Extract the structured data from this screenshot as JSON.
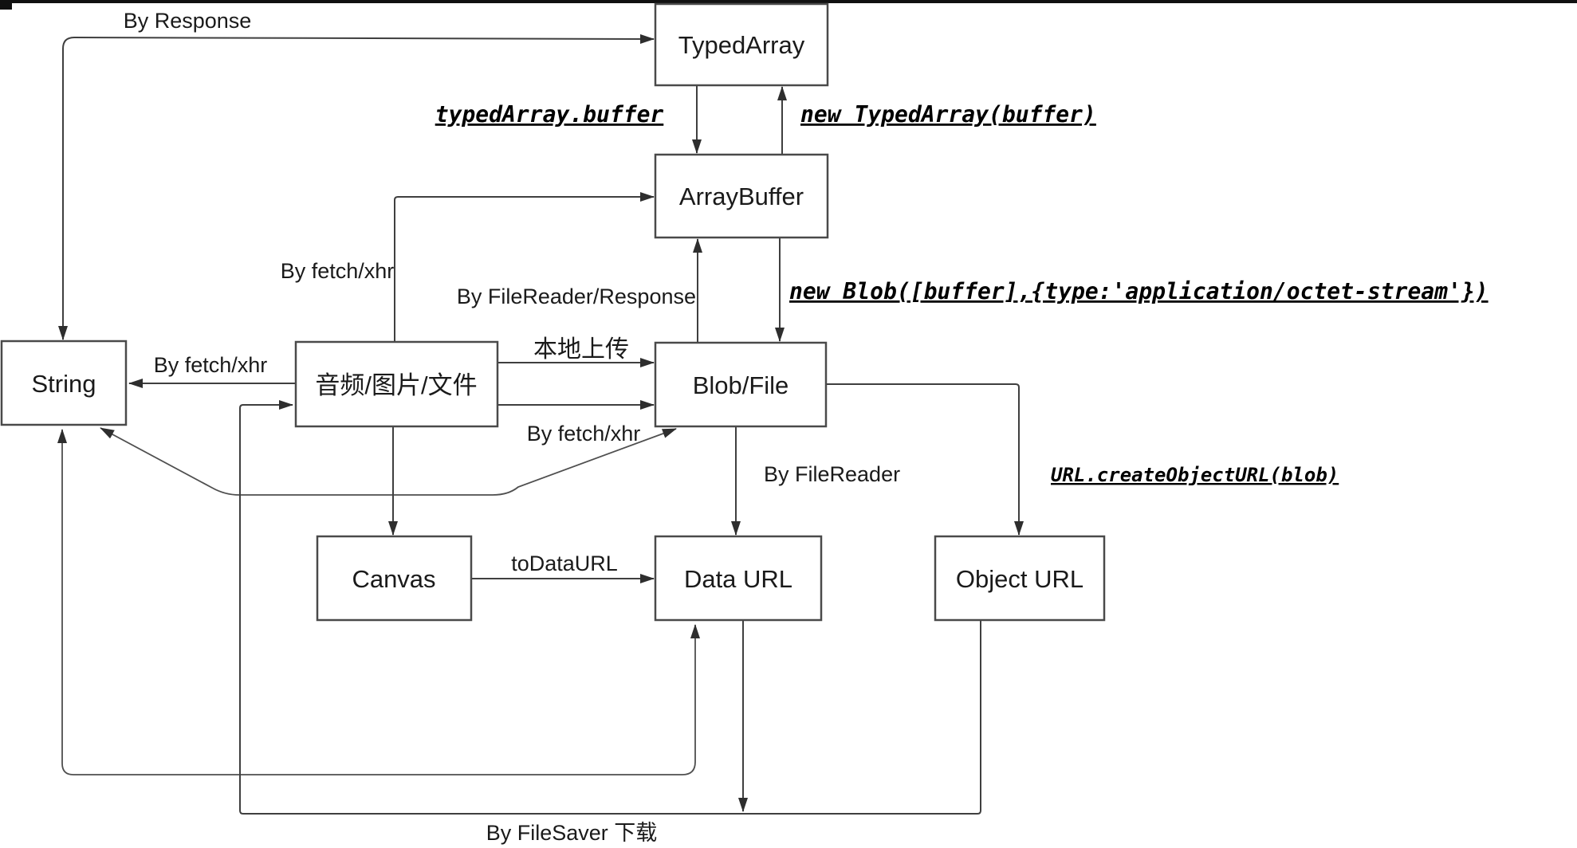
{
  "colors": {
    "background": "#ffffff",
    "line": "#3f3f3f",
    "box_border": "#4a4a4a",
    "box_fill": "#ffffff",
    "text": "#1a1a1a",
    "top_bar": "#111111"
  },
  "nodes": {
    "typedarray": {
      "label": "TypedArray"
    },
    "arraybuffer": {
      "label": "ArrayBuffer"
    },
    "string": {
      "label": "String"
    },
    "media": {
      "label": "音频/图片/文件"
    },
    "blobfile": {
      "label": "Blob/File"
    },
    "canvas": {
      "label": "Canvas"
    },
    "dataurl": {
      "label": "Data URL"
    },
    "objecturl": {
      "label": "Object URL"
    }
  },
  "edge_labels": {
    "by_response": {
      "text": "By Response"
    },
    "typedarray_buffer": {
      "text": "typedArray.buffer"
    },
    "new_typedarray": {
      "text": "new TypedArray(buffer)"
    },
    "by_fetch_xhr_top": {
      "text": "By fetch/xhr"
    },
    "by_filereader_response": {
      "text": "By FileReader/Response"
    },
    "new_blob": {
      "text": "new Blob([buffer],{type:'application/octet-stream'})"
    },
    "by_fetch_xhr_left": {
      "text": "By fetch/xhr"
    },
    "local_upload": {
      "text": "本地上传"
    },
    "by_fetch_xhr_bottom": {
      "text": "By fetch/xhr"
    },
    "by_filereader": {
      "text": "By FileReader"
    },
    "url_create_object_url": {
      "text": "URL.createObjectURL(blob)"
    },
    "todataurl": {
      "text": "toDataURL"
    },
    "by_filesaver": {
      "text": "By FileSaver 下载"
    }
  }
}
